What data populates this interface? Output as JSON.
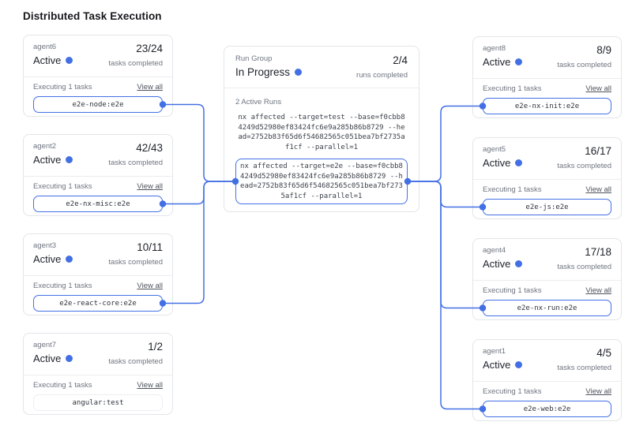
{
  "page_title": "Distributed Task Execution",
  "colors": {
    "accent": "#4270e4"
  },
  "run_group": {
    "label": "Run Group",
    "status": "In Progress",
    "completed": "2/4",
    "completed_label": "runs completed",
    "active_runs_label": "2 Active Runs",
    "runs": [
      {
        "command": "nx affected --target=test --base=f0cbb84249d52980ef83424fc6e9a285b86b8729 --head=2752b83f65d6f54682565c051bea7bf2735af1cf --parallel=1",
        "highlighted": false
      },
      {
        "command": "nx affected --target=e2e --base=f0cbb84249d52980ef83424fc6e9a285b86b8729 --head=2752b83f65d6f54682565c051bea7bf2735af1cf --parallel=1",
        "highlighted": true
      }
    ]
  },
  "agents_left": [
    {
      "name": "agent6",
      "status": "Active",
      "progress": "23/24",
      "progress_label": "tasks completed",
      "executing_label": "Executing 1 tasks",
      "view_all_label": "View all",
      "task": "e2e-node:e2e",
      "connected": true
    },
    {
      "name": "agent2",
      "status": "Active",
      "progress": "42/43",
      "progress_label": "tasks completed",
      "executing_label": "Executing 1 tasks",
      "view_all_label": "View all",
      "task": "e2e-nx-misc:e2e",
      "connected": true
    },
    {
      "name": "agent3",
      "status": "Active",
      "progress": "10/11",
      "progress_label": "tasks completed",
      "executing_label": "Executing 1 tasks",
      "view_all_label": "View all",
      "task": "e2e-react-core:e2e",
      "connected": true
    },
    {
      "name": "agent7",
      "status": "Active",
      "progress": "1/2",
      "progress_label": "tasks completed",
      "executing_label": "Executing 1 tasks",
      "view_all_label": "View all",
      "task": "angular:test",
      "connected": false
    }
  ],
  "agents_right": [
    {
      "name": "agent8",
      "status": "Active",
      "progress": "8/9",
      "progress_label": "tasks completed",
      "executing_label": "Executing 1 tasks",
      "view_all_label": "View all",
      "task": "e2e-nx-init:e2e",
      "connected": true
    },
    {
      "name": "agent5",
      "status": "Active",
      "progress": "16/17",
      "progress_label": "tasks completed",
      "executing_label": "Executing 1 tasks",
      "view_all_label": "View all",
      "task": "e2e-js:e2e",
      "connected": true
    },
    {
      "name": "agent4",
      "status": "Active",
      "progress": "17/18",
      "progress_label": "tasks completed",
      "executing_label": "Executing 1 tasks",
      "view_all_label": "View all",
      "task": "e2e-nx-run:e2e",
      "connected": true
    },
    {
      "name": "agent1",
      "status": "Active",
      "progress": "4/5",
      "progress_label": "tasks completed",
      "executing_label": "Executing 1 tasks",
      "view_all_label": "View all",
      "task": "e2e-web:e2e",
      "connected": true
    }
  ]
}
